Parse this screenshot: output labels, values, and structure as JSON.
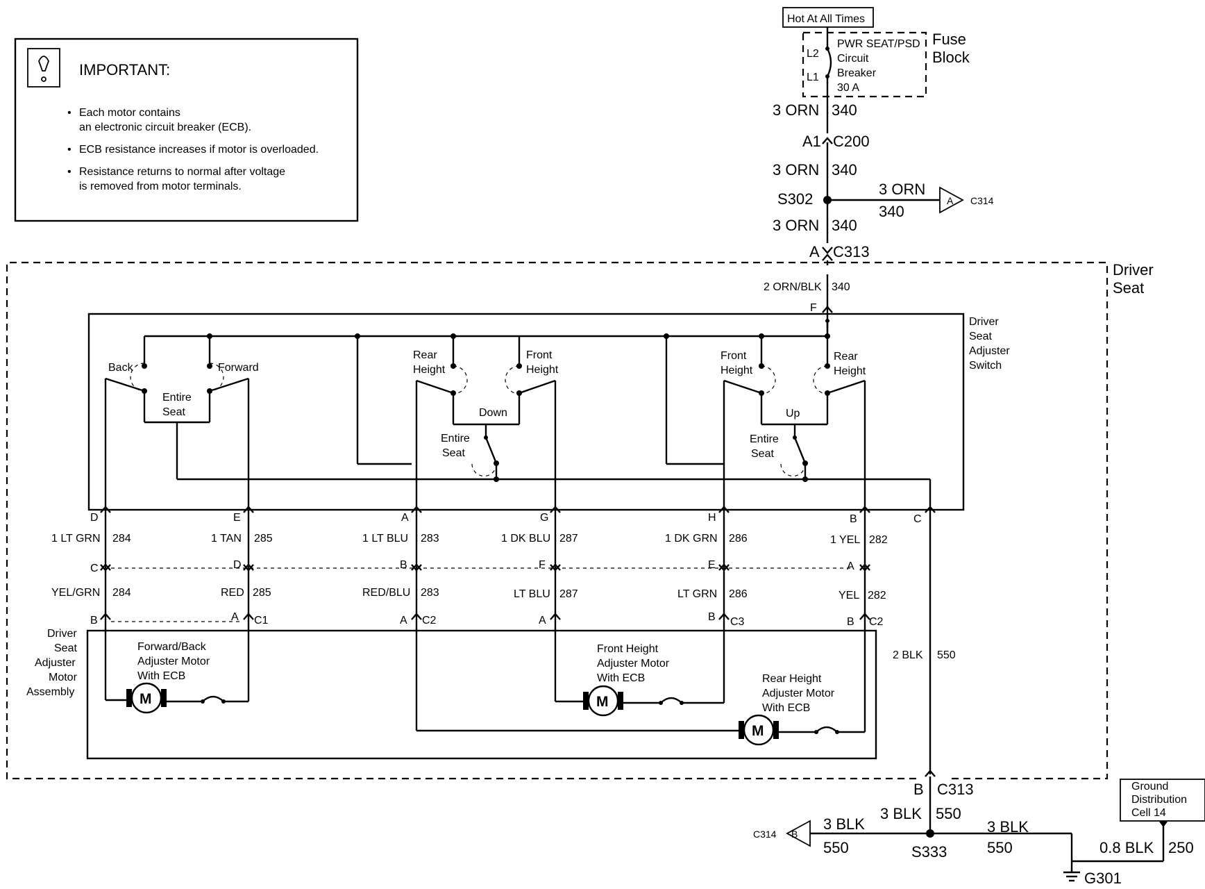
{
  "important_box": {
    "title": "IMPORTANT:",
    "bullets": [
      "Each motor contains",
      "an electronic circuit breaker (ECB).",
      "ECB resistance increases if motor is overloaded.",
      "Resistance returns to normal after voltage",
      "is removed from motor terminals."
    ]
  },
  "power": {
    "hot_label": "Hot At All Times",
    "breaker_lines": [
      "PWR SEAT/PSD",
      "Circuit",
      "Breaker",
      "30 A"
    ],
    "fuse_block": [
      "Fuse",
      "Block"
    ],
    "l2": "L2",
    "l1": "L1"
  },
  "feed": {
    "wire1_gauge": "3 ORN",
    "wire1_circuit": "340",
    "c200_pin": "A1",
    "c200": "C200",
    "wire2_gauge": "3 ORN",
    "wire2_circuit": "340",
    "splice": "S302",
    "branch_gauge": "3 ORN",
    "branch_circuit": "340",
    "branch_pin": "A",
    "branch_conn": "C314",
    "wire3_gauge": "3 ORN",
    "wire3_circuit": "340",
    "c313_pin": "A",
    "c313": "C313",
    "seat_wire_gauge": "2 ORN/BLK",
    "seat_wire_circuit": "340",
    "switch_pin": "F"
  },
  "driver_seat": [
    "Driver",
    "Seat"
  ],
  "switch": {
    "title": [
      "Driver",
      "Seat",
      "Adjuster",
      "Switch"
    ],
    "back": "Back",
    "forward": "Forward",
    "entire_seat": [
      "Entire",
      "Seat"
    ],
    "rear_height": [
      "Rear",
      "Height"
    ],
    "front_height": [
      "Front",
      "Height"
    ],
    "down": "Down",
    "up": "Up"
  },
  "circuits": [
    {
      "pin1": "D",
      "wire1": "1 LT GRN",
      "num": "284",
      "pin2": "C",
      "wire2": "YEL/GRN",
      "pin3": "B"
    },
    {
      "pin1": "E",
      "wire1": "1 TAN",
      "num": "285",
      "pin2": "D",
      "wire2": "RED",
      "pin3": "A",
      "conn": "C1"
    },
    {
      "pin1": "A",
      "wire1": "1 LT BLU",
      "num": "283",
      "pin2": "B",
      "wire2": "RED/BLU",
      "pin3": "A",
      "conn": "C2"
    },
    {
      "pin1": "G",
      "wire1": "1 DK BLU",
      "num": "287",
      "pin2": "F",
      "wire2": "LT BLU",
      "pin3": "A"
    },
    {
      "pin1": "H",
      "wire1": "1 DK GRN",
      "num": "286",
      "pin2": "E",
      "wire2": "LT GRN",
      "pin3": "B",
      "conn": "C3"
    },
    {
      "pin1": "B",
      "wire1": "1 YEL",
      "num": "282",
      "pin2": "A",
      "wire2": "YEL",
      "pin3": "B",
      "conn": "C2"
    }
  ],
  "ground_wire": {
    "pin": "C",
    "gauge": "2 BLK",
    "circuit": "550",
    "c313_pin": "B",
    "c313": "C313",
    "splice_gauge": "3 BLK",
    "splice_circuit": "550",
    "splice": "S333",
    "left_gauge": "3 BLK",
    "left_circuit": "550",
    "left_pin": "B",
    "left_conn": "C314",
    "right_gauge": "3 BLK",
    "right_circuit": "550",
    "g_gauge": "0.8 BLK",
    "g_circuit": "250",
    "ground": "G301",
    "gdc": [
      "Ground",
      "Distribution",
      "Cell 14"
    ]
  },
  "motor_assembly": {
    "title": [
      "Driver",
      "Seat",
      "Adjuster",
      "Motor",
      "Assembly"
    ],
    "fb_motor": [
      "Forward/Back",
      "Adjuster Motor",
      "With ECB"
    ],
    "fh_motor": [
      "Front Height",
      "Adjuster Motor",
      "With ECB"
    ],
    "rh_motor": [
      "Rear Height",
      "Adjuster Motor",
      "With ECB"
    ],
    "motor_letter": "M"
  }
}
